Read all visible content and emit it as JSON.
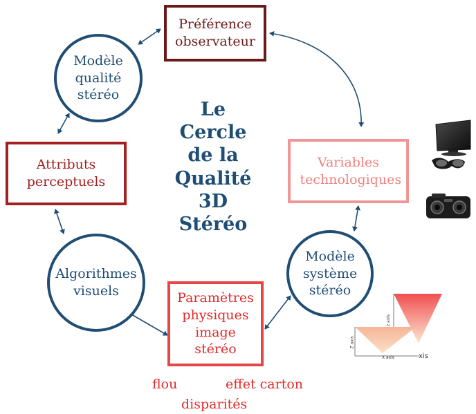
{
  "title": "Le Cercle de la Qualité 3D Stéréo",
  "nodes": {
    "preference": "Préférence observateur",
    "modele_qualite": "Modèle qualité stéréo",
    "attributs": "Attributs perceptuels",
    "algorithmes": "Algorithmes visuels",
    "parametres": "Paramètres physiques image stéréo",
    "modele_systeme": "Modèle système stéréo",
    "variables": "Variables technologiques"
  },
  "notes": {
    "flou": "flou",
    "effet_carton": "effet carton",
    "disparites": "disparités"
  },
  "illustration": {
    "z_axis_upper": "z axis",
    "z_axis_lower": "Z axis",
    "x_axis": "X axis",
    "xis": "xis"
  },
  "colors": {
    "circle": "#1f4d74",
    "dark_box": "#6b1a1a",
    "mid_box": "#a52020",
    "red_box": "#e84545",
    "pink_box": "#f19696",
    "arrow": "#1f4d74"
  }
}
